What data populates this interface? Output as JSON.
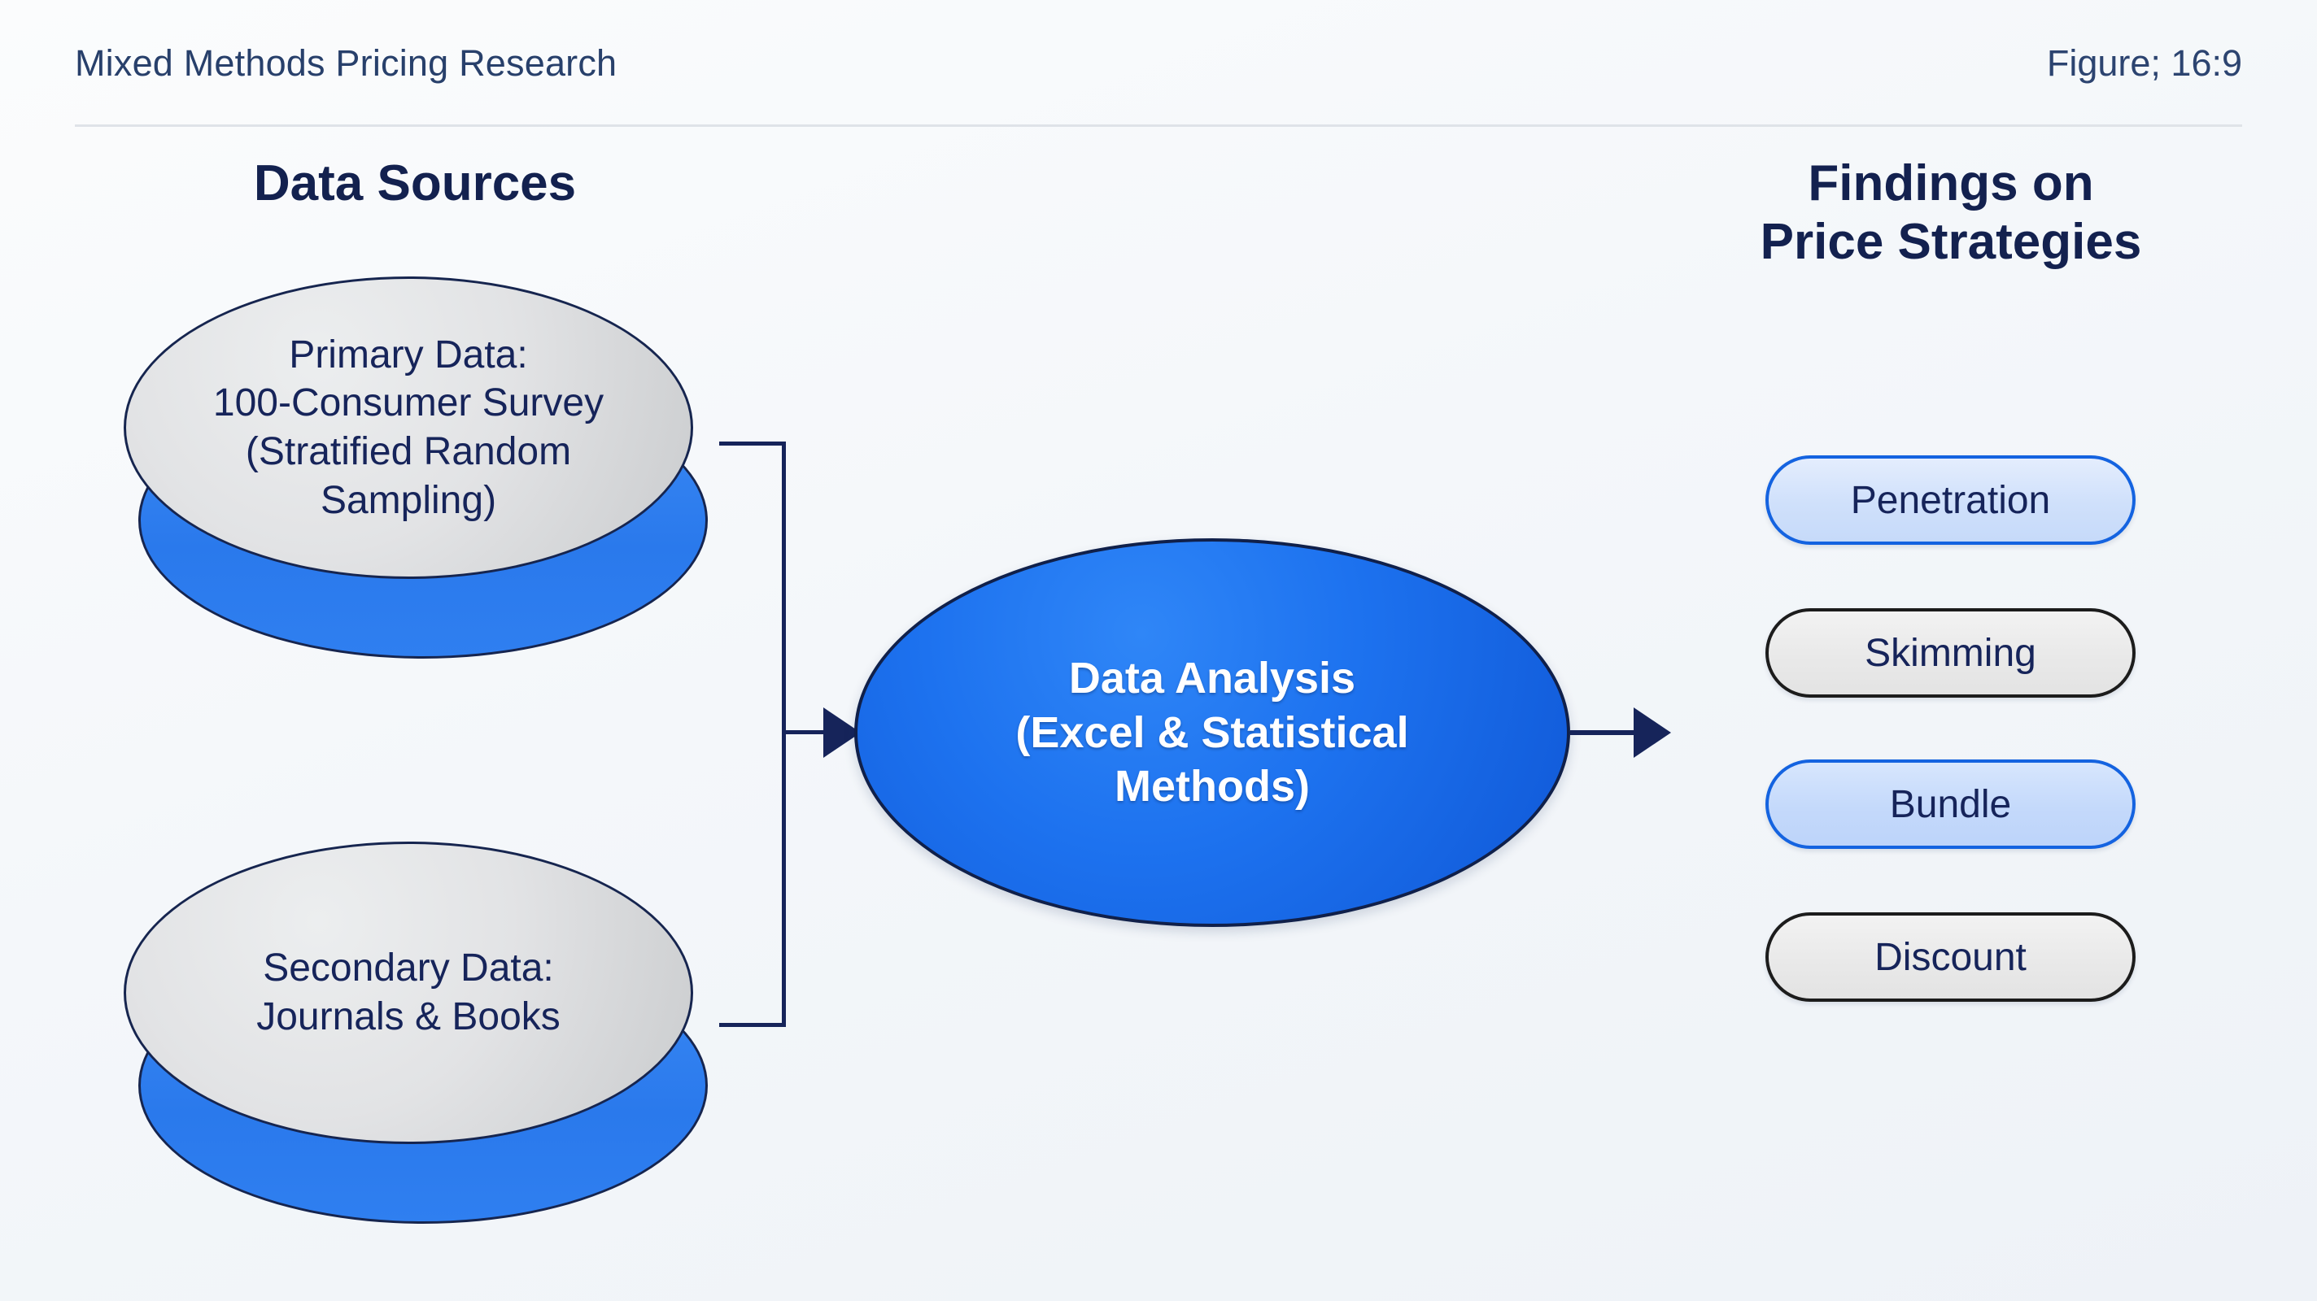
{
  "header": {
    "title": "Mixed Methods Pricing Research",
    "meta": "Figure; 16:9",
    "divider": "divider"
  },
  "columns": {
    "left_heading": "Data Sources",
    "right_heading": "Findings on\nPrice Strategies"
  },
  "data_sources": [
    {
      "id": "primary",
      "label": "Primary Data:\n100-Consumer Survey\n(Stratified Random\nSampling)",
      "shape": "cylinder",
      "top_color": "#e2e3e5",
      "base_color": "#2a79ec",
      "border_color": "#16254f"
    },
    {
      "id": "secondary",
      "label": "Secondary Data:\nJournals & Books",
      "shape": "cylinder",
      "top_color": "#e2e3e5",
      "base_color": "#2a79ec",
      "border_color": "#16254f"
    }
  ],
  "process": {
    "label": "Data Analysis\n(Excel & Statistical\nMethods)",
    "shape": "ellipse",
    "fill_color": "#1d72ef",
    "text_color": "#ffffff",
    "border_color": "#10204a"
  },
  "findings": [
    {
      "label": "Penetration",
      "style": "blue",
      "fill_color": "#cfe0fb",
      "border_color": "#1463e0"
    },
    {
      "label": "Skimming",
      "style": "gray",
      "fill_color": "#e9e9e9",
      "border_color": "#1c1c1c"
    },
    {
      "label": "Bundle",
      "style": "blue-strong",
      "fill_color": "#c4d9fb",
      "border_color": "#1463e0"
    },
    {
      "label": "Discount",
      "style": "gray",
      "fill_color": "#e9e9e9",
      "border_color": "#1c1c1c"
    }
  ],
  "connectors": {
    "merge_bracket": "merge-bracket",
    "arrow_into_process": "arrow-right",
    "arrow_out_of_process": "arrow-right",
    "line_color": "#16245a"
  },
  "theme": {
    "background": "#f4f7fa",
    "heading_color": "#13214f",
    "body_text_color": "#16245a",
    "accent_blue": "#1d72ef"
  }
}
